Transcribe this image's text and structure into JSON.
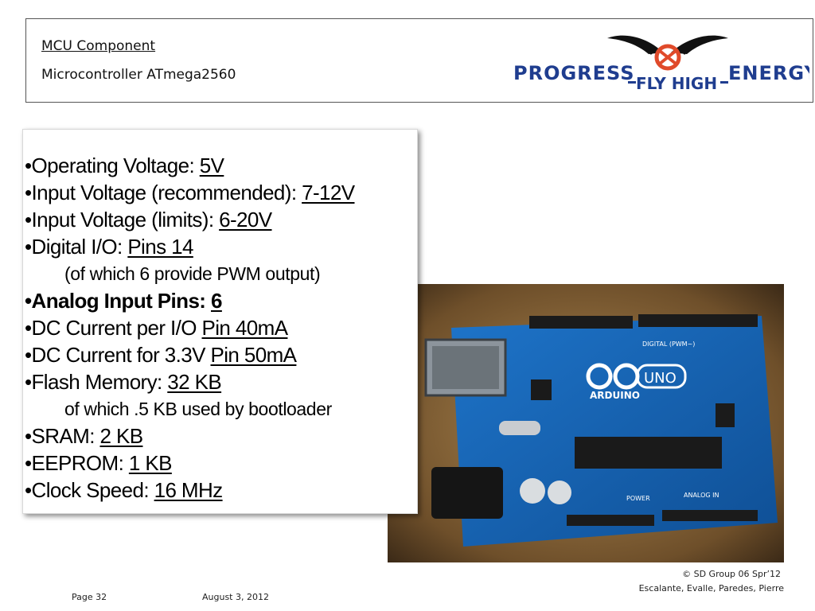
{
  "header": {
    "title": "MCU Component",
    "subtitle": "Microcontroller  ATmega2560",
    "logo": {
      "left_text": "PROGRESS",
      "center_text": "FLY HIGH",
      "right_text": "ENERGY",
      "icon": "winged-emblem-icon"
    }
  },
  "specs": [
    {
      "label": "Operating Voltage: ",
      "value": "5V"
    },
    {
      "label": "Input Voltage (recommended):  ",
      "value": "7-12V"
    },
    {
      "label": "Input Voltage (limits):  ",
      "value": "6-20V"
    },
    {
      "label": "Digital I/O:  ",
      "value": "Pins 14"
    },
    {
      "note": "(of which 6 provide PWM output)"
    },
    {
      "label": "Analog Input Pins:  ",
      "value": "6"
    },
    {
      "label": "DC Current per I/O ",
      "value": "Pin 40mA"
    },
    {
      "label": "DC Current for 3.3V ",
      "value": "Pin 50mA"
    },
    {
      "label": "Flash Memory:   ",
      "value": "32 KB"
    },
    {
      "note": "of which .5 KB used by bootloader"
    },
    {
      "label": "SRAM:   ",
      "value": "2 KB"
    },
    {
      "label": "EEPROM:   ",
      "value": "1 KB"
    },
    {
      "label": "Clock Speed:   ",
      "value": "16 MHz"
    }
  ],
  "photo": {
    "board_brand": "ARDUINO",
    "board_model": "UNO",
    "digital_label": "DIGITAL (PWM~)",
    "power_label": "POWER",
    "analog_label": "ANALOG IN"
  },
  "footer": {
    "page": "Page 32",
    "date": "August 3, 2012",
    "copyright": "© SD Group 06 Spr’12",
    "authors": "Escalante, Evalle, Paredes, Pierre"
  },
  "colors": {
    "logo_blue": "#1f3d8f",
    "logo_red": "#e04a2a",
    "board_blue": "#1565b8",
    "wood": "#8a6a3c"
  }
}
